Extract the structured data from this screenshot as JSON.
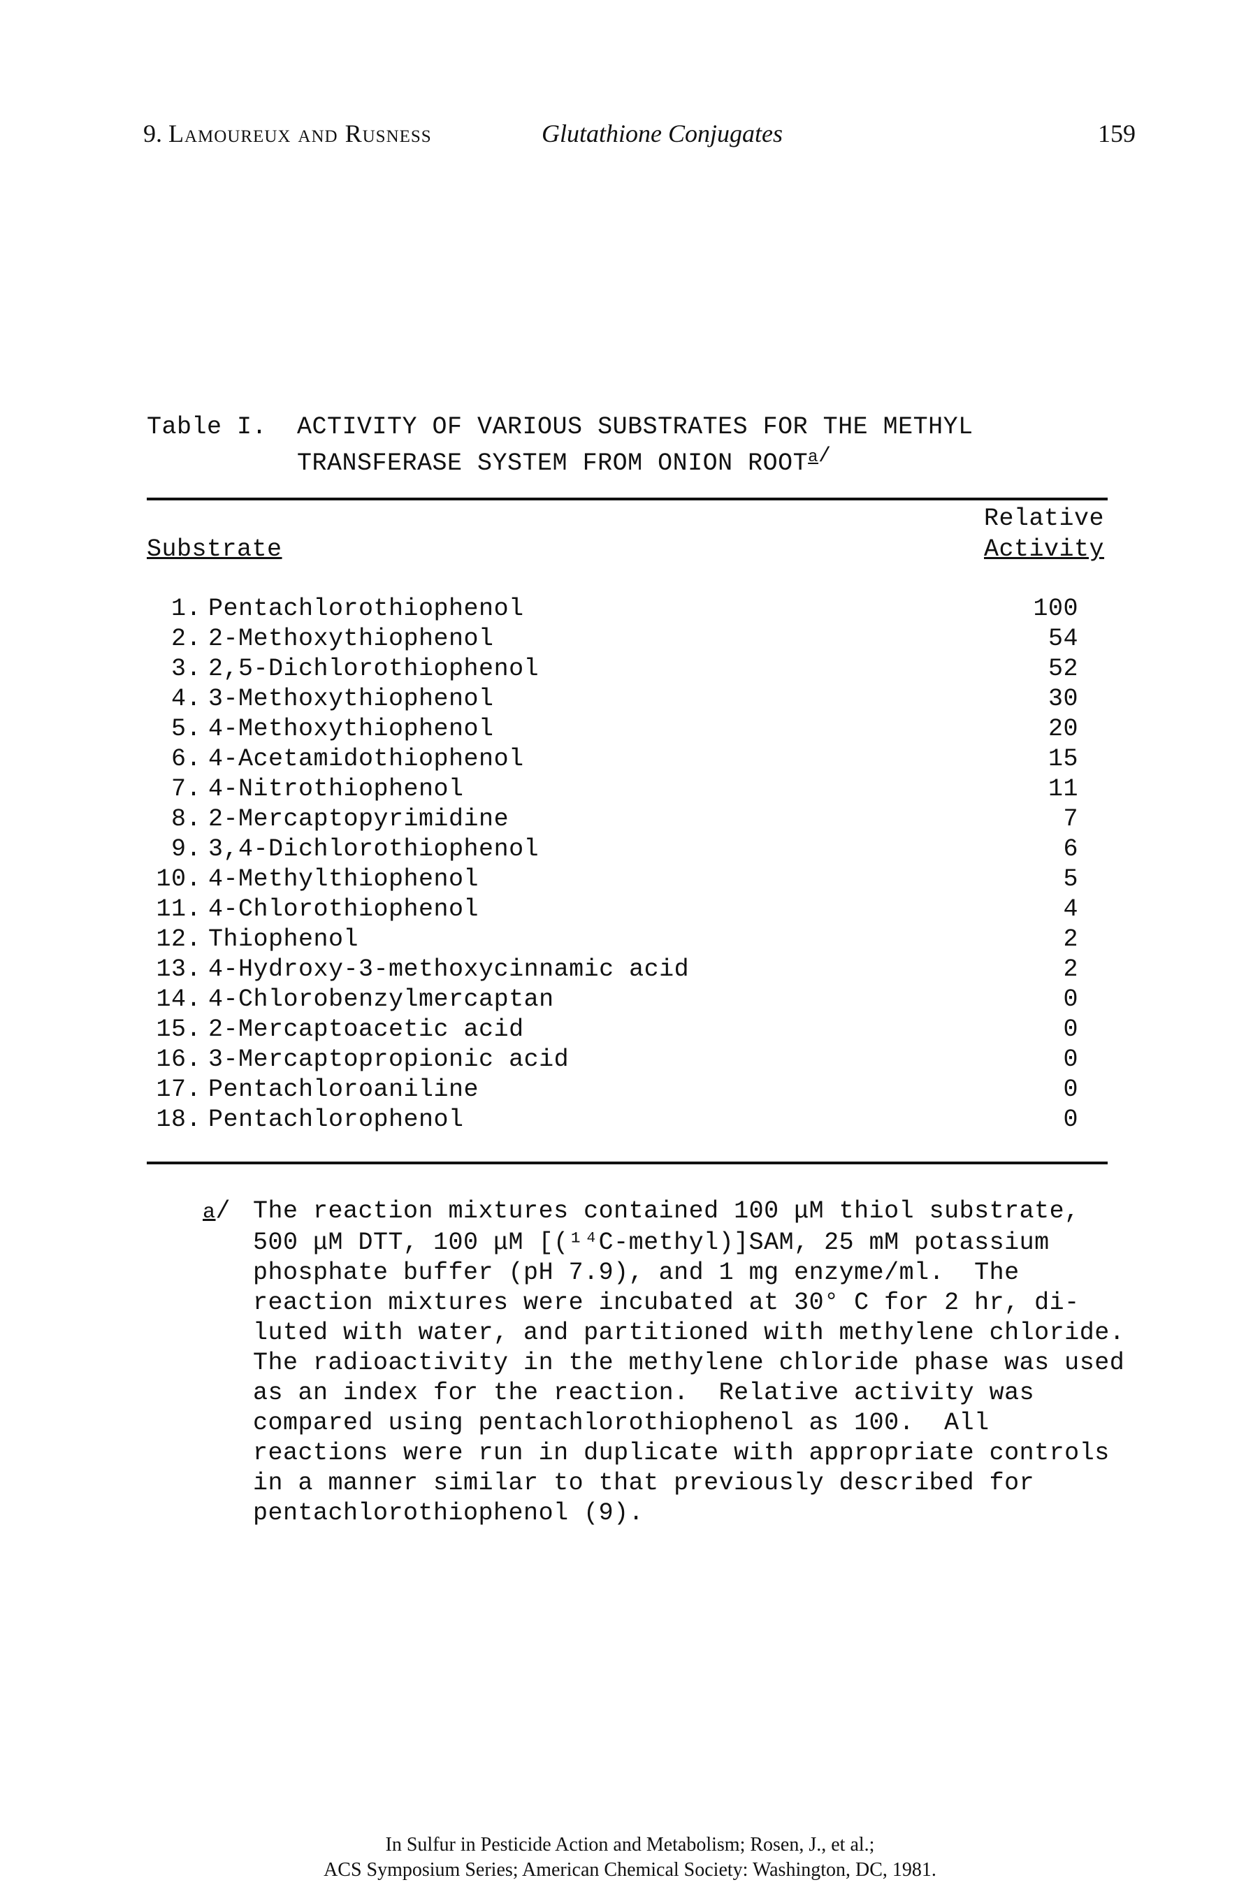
{
  "header": {
    "chapter_number": "9.",
    "authors": "Lamoureux and Rusness",
    "title": "Glutathione Conjugates",
    "page_number": "159"
  },
  "table": {
    "caption_label": "Table I.",
    "caption_line1": "ACTIVITY OF VARIOUS SUBSTRATES FOR THE METHYL",
    "caption_line2": "TRANSFERASE SYSTEM FROM ONION ROOT",
    "caption_note_mark": "a",
    "caption_note_slash": "/",
    "col_substrate": "Substrate",
    "col_relative": "Relative",
    "col_activity": "Activity",
    "rows": [
      {
        "num": "1.",
        "name": "Pentachlorothiophenol",
        "value": "100"
      },
      {
        "num": "2.",
        "name": "2-Methoxythiophenol",
        "value": "54"
      },
      {
        "num": "3.",
        "name": "2,5-Dichlorothiophenol",
        "value": "52"
      },
      {
        "num": "4.",
        "name": "3-Methoxythiophenol",
        "value": "30"
      },
      {
        "num": "5.",
        "name": "4-Methoxythiophenol",
        "value": "20"
      },
      {
        "num": "6.",
        "name": "4-Acetamidothiophenol",
        "value": "15"
      },
      {
        "num": "7.",
        "name": "4-Nitrothiophenol",
        "value": "11"
      },
      {
        "num": "8.",
        "name": "2-Mercaptopyrimidine",
        "value": "7"
      },
      {
        "num": "9.",
        "name": "3,4-Dichlorothiophenol",
        "value": "6"
      },
      {
        "num": "10.",
        "name": "4-Methylthiophenol",
        "value": "5"
      },
      {
        "num": "11.",
        "name": "4-Chlorothiophenol",
        "value": "4"
      },
      {
        "num": "12.",
        "name": "Thiophenol",
        "value": "2"
      },
      {
        "num": "13.",
        "name": "4-Hydroxy-3-methoxycinnamic acid",
        "value": "2"
      },
      {
        "num": "14.",
        "name": "4-Chlorobenzylmercaptan",
        "value": "0"
      },
      {
        "num": "15.",
        "name": "2-Mercaptoacetic acid",
        "value": "0"
      },
      {
        "num": "16.",
        "name": "3-Mercaptopropionic acid",
        "value": "0"
      },
      {
        "num": "17.",
        "name": "Pentachloroaniline",
        "value": "0"
      },
      {
        "num": "18.",
        "name": "Pentachlorophenol",
        "value": "0"
      }
    ]
  },
  "footnote": {
    "mark": "a",
    "slash": "/",
    "lines": [
      "The reaction mixtures contained 100 μM thiol substrate,",
      "500 μM DTT, 100 μM [(¹⁴C-methyl)]SAM, 25 mM potassium",
      "phosphate buffer (pH 7.9), and 1 mg enzyme/ml.  The",
      "reaction mixtures were incubated at 30° C for 2 hr, di-",
      "luted with water, and partitioned with methylene chloride.",
      "The radioactivity in the methylene chloride phase was used",
      "as an index for the reaction.  Relative activity was",
      "compared using pentachlorothiophenol as 100.  All",
      "reactions were run in duplicate with appropriate controls",
      "in a manner similar to that previously described for",
      "pentachlorothiophenol (9)."
    ]
  },
  "footer": {
    "line1": "In Sulfur in Pesticide Action and Metabolism; Rosen, J., et al.;",
    "line2": "ACS Symposium Series; American Chemical Society: Washington, DC, 1981."
  }
}
